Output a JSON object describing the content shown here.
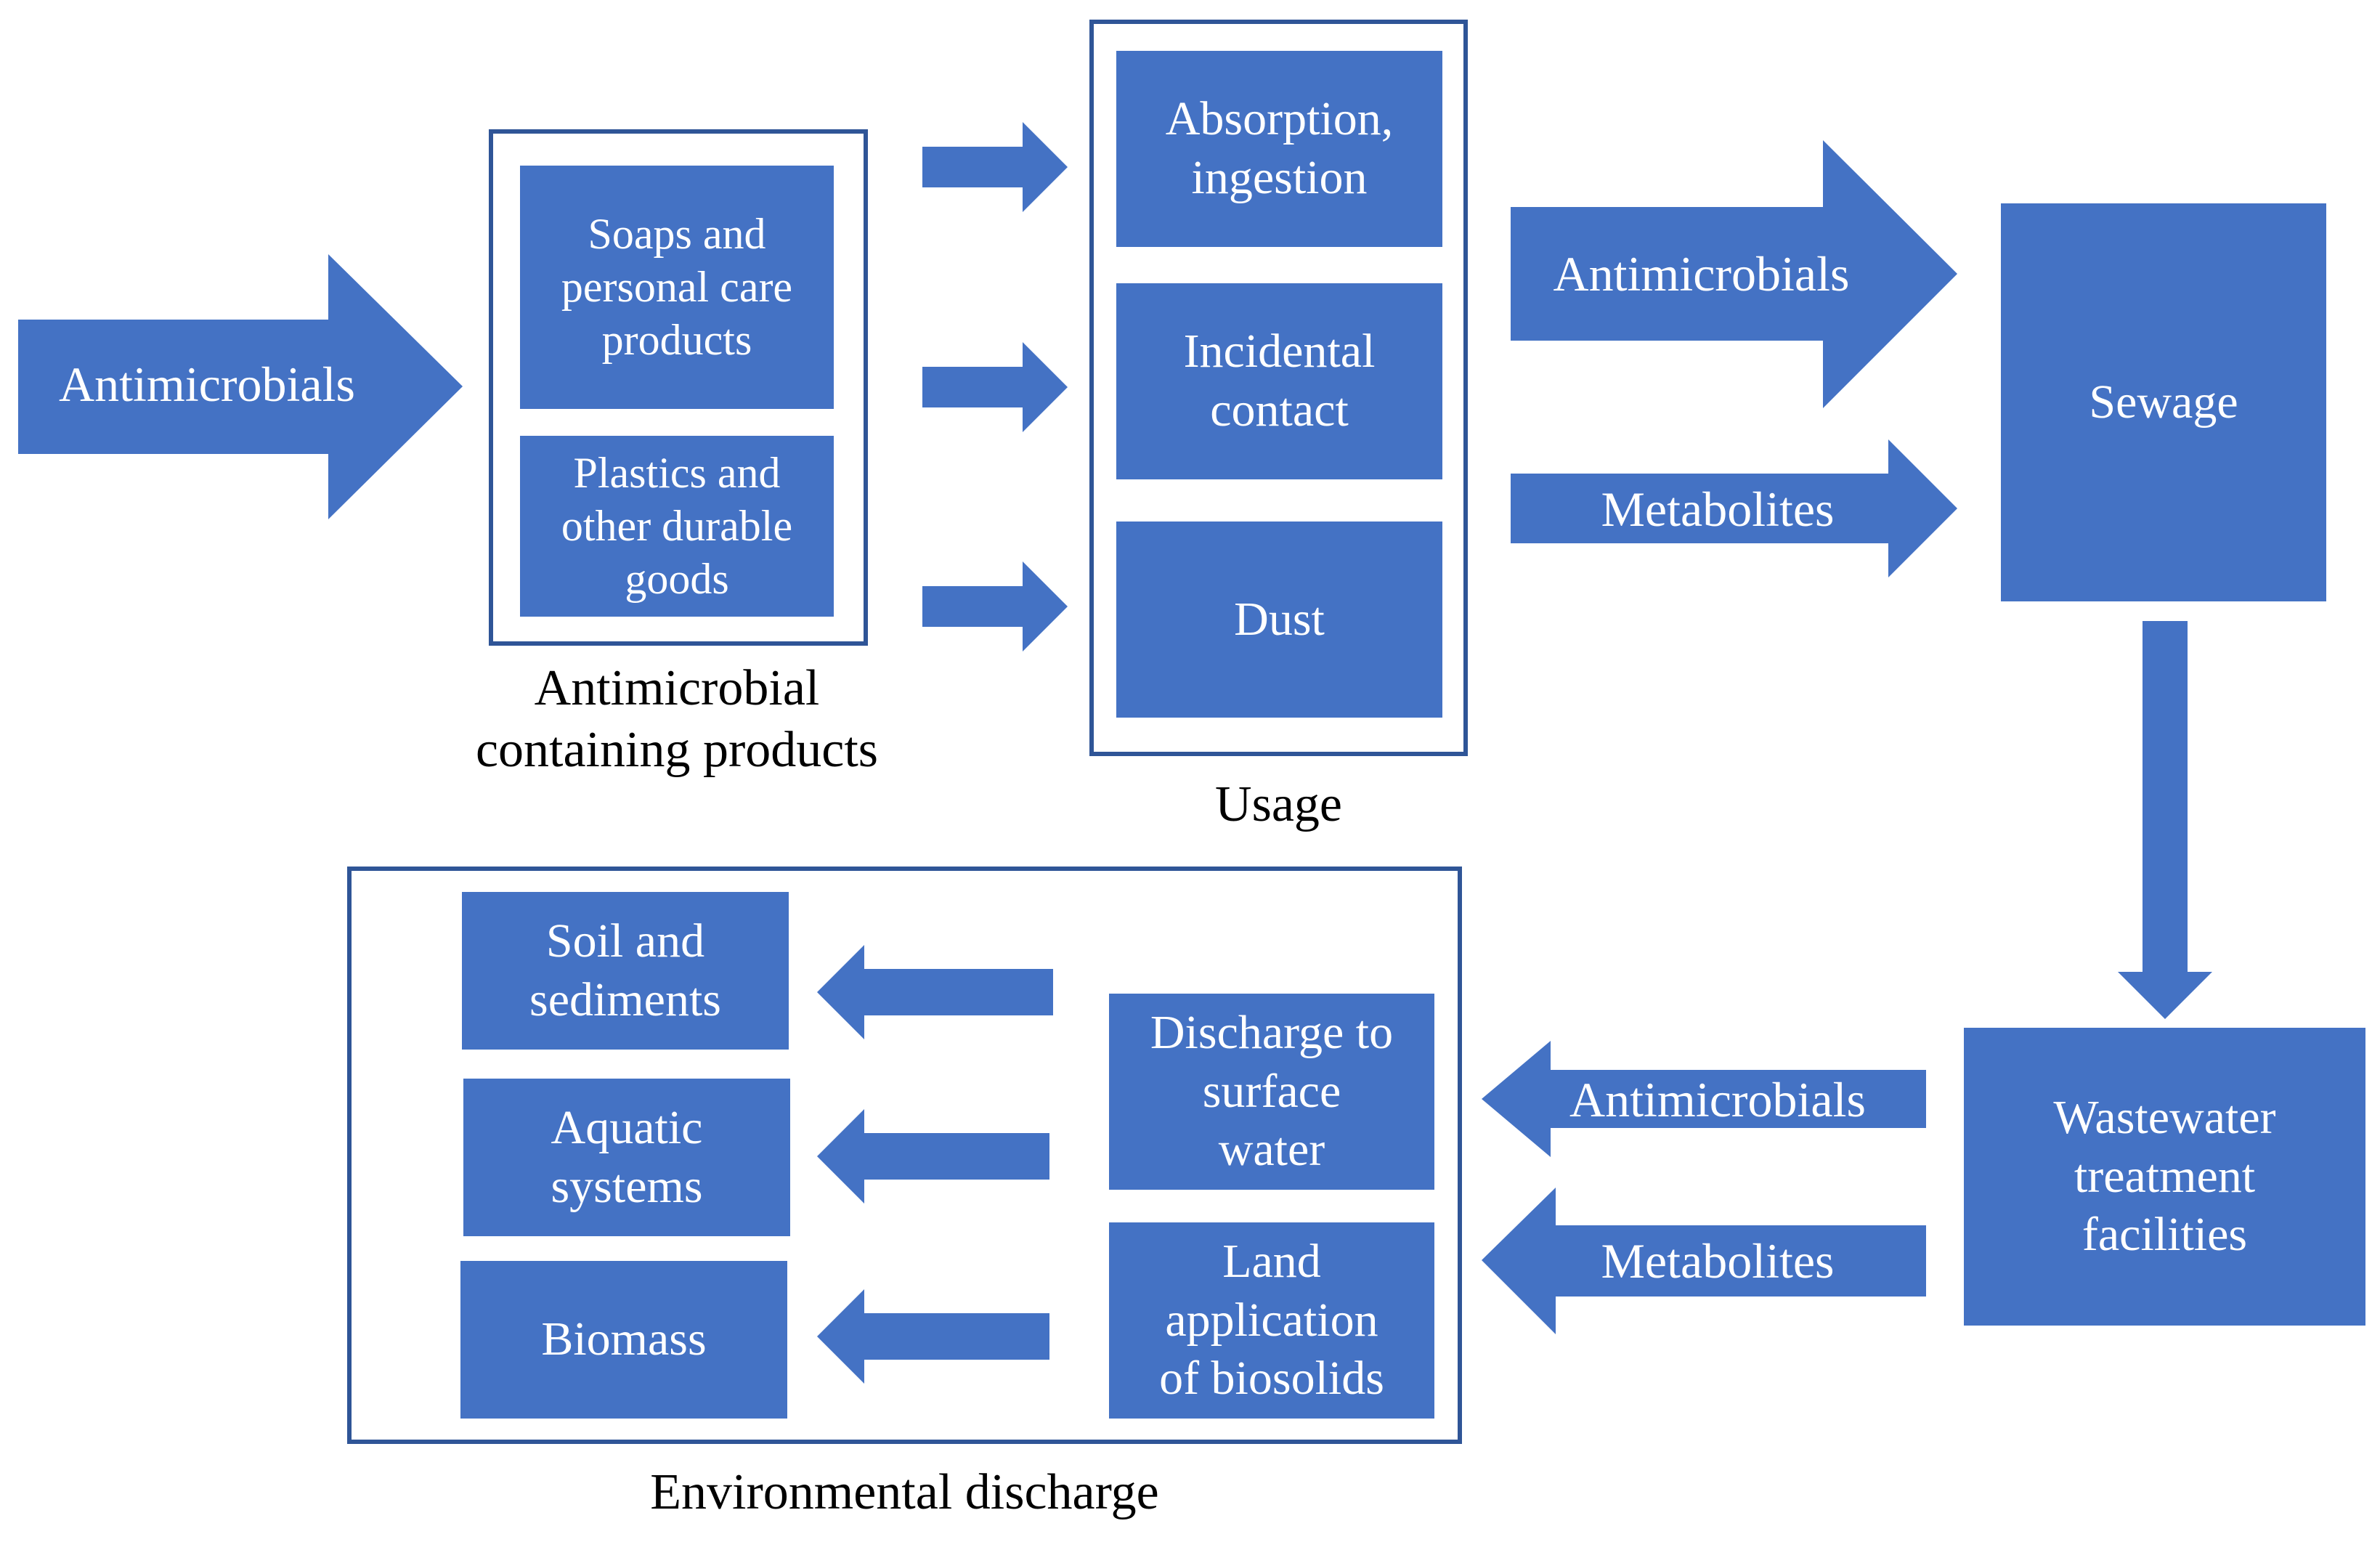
{
  "colors": {
    "box_fill": "#4472c4",
    "frame_stroke": "#2f5597",
    "caption_text": "#000000"
  },
  "input_arrow": {
    "label": "Antimicrobials"
  },
  "products": {
    "caption": "Antimicrobial\ncontaining products",
    "items": [
      "Soaps and\npersonal care\nproducts",
      "Plastics and\nother durable\ngoods"
    ]
  },
  "usage": {
    "caption": "Usage",
    "items": [
      "Absorption,\ningestion",
      "Incidental\ncontact",
      "Dust"
    ]
  },
  "to_sewage_arrows": [
    "Antimicrobials",
    "Metabolites"
  ],
  "sewage": {
    "label": "Sewage"
  },
  "wwtf": {
    "label": "Wastewater\ntreatment\nfacilities"
  },
  "from_wwtf_arrows": [
    "Antimicrobials",
    "Metabolites"
  ],
  "environment": {
    "caption": "Environmental discharge",
    "routes": [
      "Discharge to\nsurface\nwater",
      "Land\napplication\nof biosolids"
    ],
    "sinks": [
      "Soil and\nsediments",
      "Aquatic\nsystems",
      "Biomass"
    ]
  }
}
